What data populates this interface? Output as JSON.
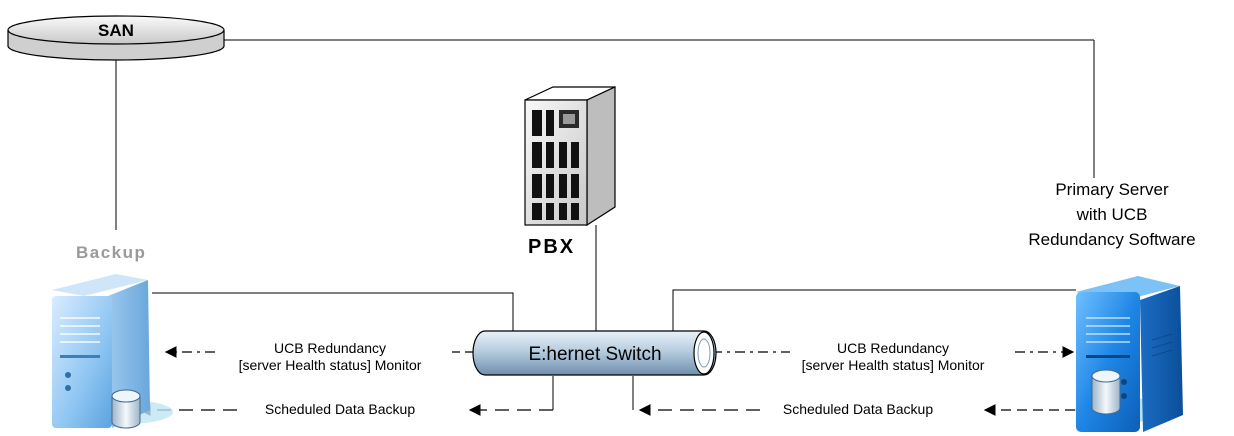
{
  "nodes": {
    "san": {
      "label": "SAN"
    },
    "pbx": {
      "label": "PBX"
    },
    "backup": {
      "label": "Backup"
    },
    "primary": {
      "label_lines": [
        "Primary Server",
        "with UCB",
        "Redundancy Software"
      ]
    },
    "switch": {
      "label": "E:hernet Switch"
    }
  },
  "edges": {
    "monitor_left": {
      "lines": [
        "UCB Redundancy",
        "[server Health status] Monitor"
      ]
    },
    "monitor_right": {
      "lines": [
        "UCB Redundancy",
        "[server Health status] Monitor"
      ]
    },
    "backup_left": {
      "label": "Scheduled Data Backup"
    },
    "backup_right": {
      "label": "Scheduled Data Backup"
    }
  },
  "colors": {
    "line": "#000000",
    "backup_label": "#9a9a9a",
    "switch_fill": "#b9cfe2",
    "server_blue": "#2f8de0"
  },
  "icons": {
    "san": "san-disk-icon",
    "pbx": "pbx-cabinet-icon",
    "backup_server": "server-tower-icon",
    "primary_server": "server-tower-icon",
    "switch": "ethernet-switch-icon"
  }
}
